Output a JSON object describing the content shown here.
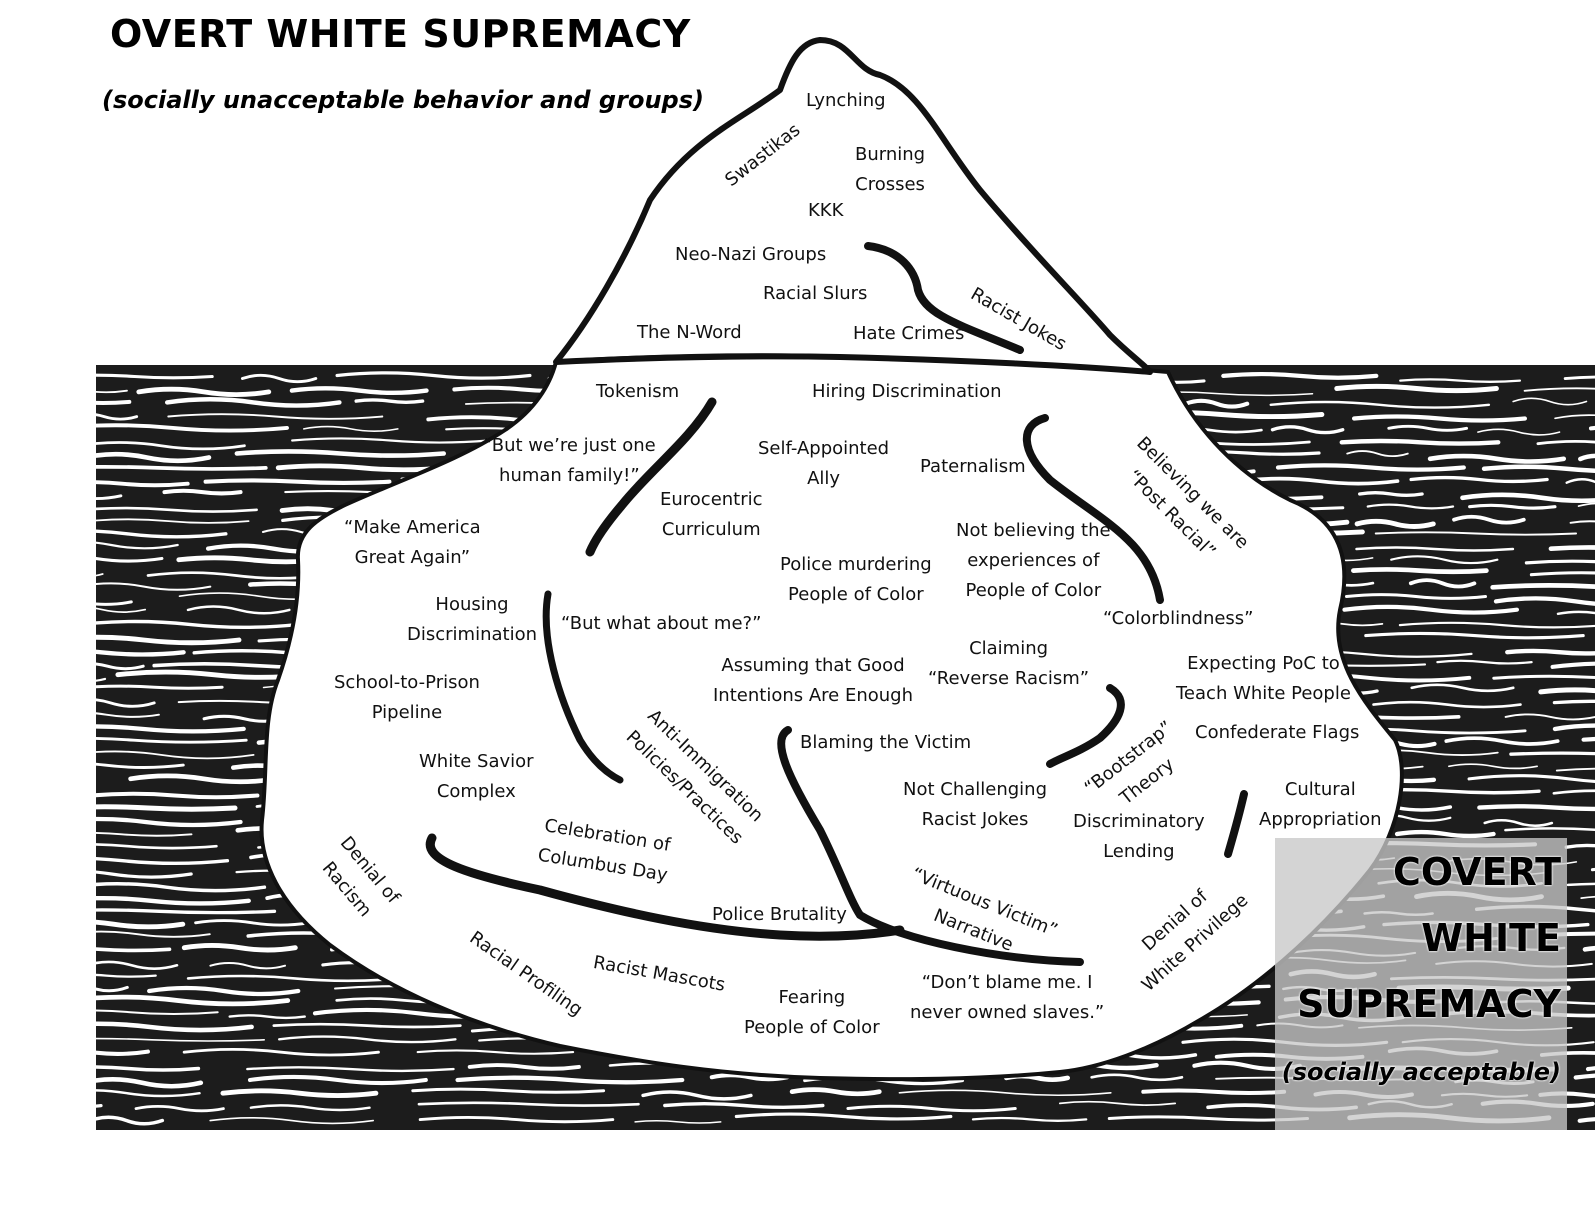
{
  "title": "OVERT WHITE SUPREMACY",
  "subtitle": "(socially unacceptable behavior and groups)",
  "bottom": {
    "line1": "COVERT",
    "line2": "WHITE",
    "line3": "SUPREMACY",
    "sub": "(socially acceptable)"
  },
  "overt": {
    "lynching": "Lynching",
    "swastikas": "Swastikas",
    "burning_1": "Burning",
    "burning_2": "Crosses",
    "kkk": "KKK",
    "neonazi": "Neo-Nazi Groups",
    "slurs": "Racial Slurs",
    "racist_jokes": "Racist Jokes",
    "nword": "The N-Word",
    "hate_crimes": "Hate Crimes"
  },
  "covert": {
    "tokenism": "Tokenism",
    "hiring": "Hiring Discrimination",
    "family_1": "“But we’re just one",
    "family_2": "human family!”",
    "ally_1": "Self-Appointed",
    "ally_2": "Ally",
    "paternalism": "Paternalism",
    "postracial_1": "Believing we are",
    "postracial_2": "“Post Racial”",
    "eurocentric_1": "Eurocentric",
    "eurocentric_2": "Curriculum",
    "maga_1": "“Make America",
    "maga_2": "Great Again”",
    "notbelieving_1": "Not believing the",
    "notbelieving_2": "experiences of",
    "notbelieving_3": "People of Color",
    "police_murder_1": "Police murdering",
    "police_murder_2": "People of Color",
    "housing_1": "Housing",
    "housing_2": "Discrimination",
    "whatabout": "“But what about me?”",
    "colorblind": "“Colorblindness”",
    "reverse_1": "Claiming",
    "reverse_2": "“Reverse Racism”",
    "goodintent_1": "Assuming that Good",
    "goodintent_2": "Intentions Are Enough",
    "expecting_1": "Expecting PoC to",
    "expecting_2": "Teach White People",
    "school_1": "School-to-Prison",
    "school_2": "Pipeline",
    "immigration_1": "Anti-Immigration",
    "immigration_2": "Policies/Practices",
    "blaming": "Blaming the Victim",
    "bootstrap_1": "“Bootstrap”",
    "bootstrap_2": "Theory",
    "confederate": "Confederate Flags",
    "savior_1": "White Savior",
    "savior_2": "Complex",
    "challenging_1": "Not Challenging",
    "challenging_2": "Racist Jokes",
    "cultural_1": "Cultural",
    "cultural_2": "Appropriation",
    "lending_1": "Discriminatory",
    "lending_2": "Lending",
    "columbus_1": "Celebration of",
    "columbus_2": "Columbus Day",
    "denial_racism_1": "Denial of",
    "denial_racism_2": "Racism",
    "virtuous_1": "“Virtuous Victim”",
    "virtuous_2": "Narrative",
    "brutality": "Police Brutality",
    "denial_priv_1": "Denial of",
    "denial_priv_2": "White Privilege",
    "profiling": "Racial Profiling",
    "mascots": "Racist Mascots",
    "fearing_1": "Fearing",
    "fearing_2": "People of Color",
    "slaves_1": "“Don’t blame me.  I",
    "slaves_2": "never owned slaves.”"
  }
}
